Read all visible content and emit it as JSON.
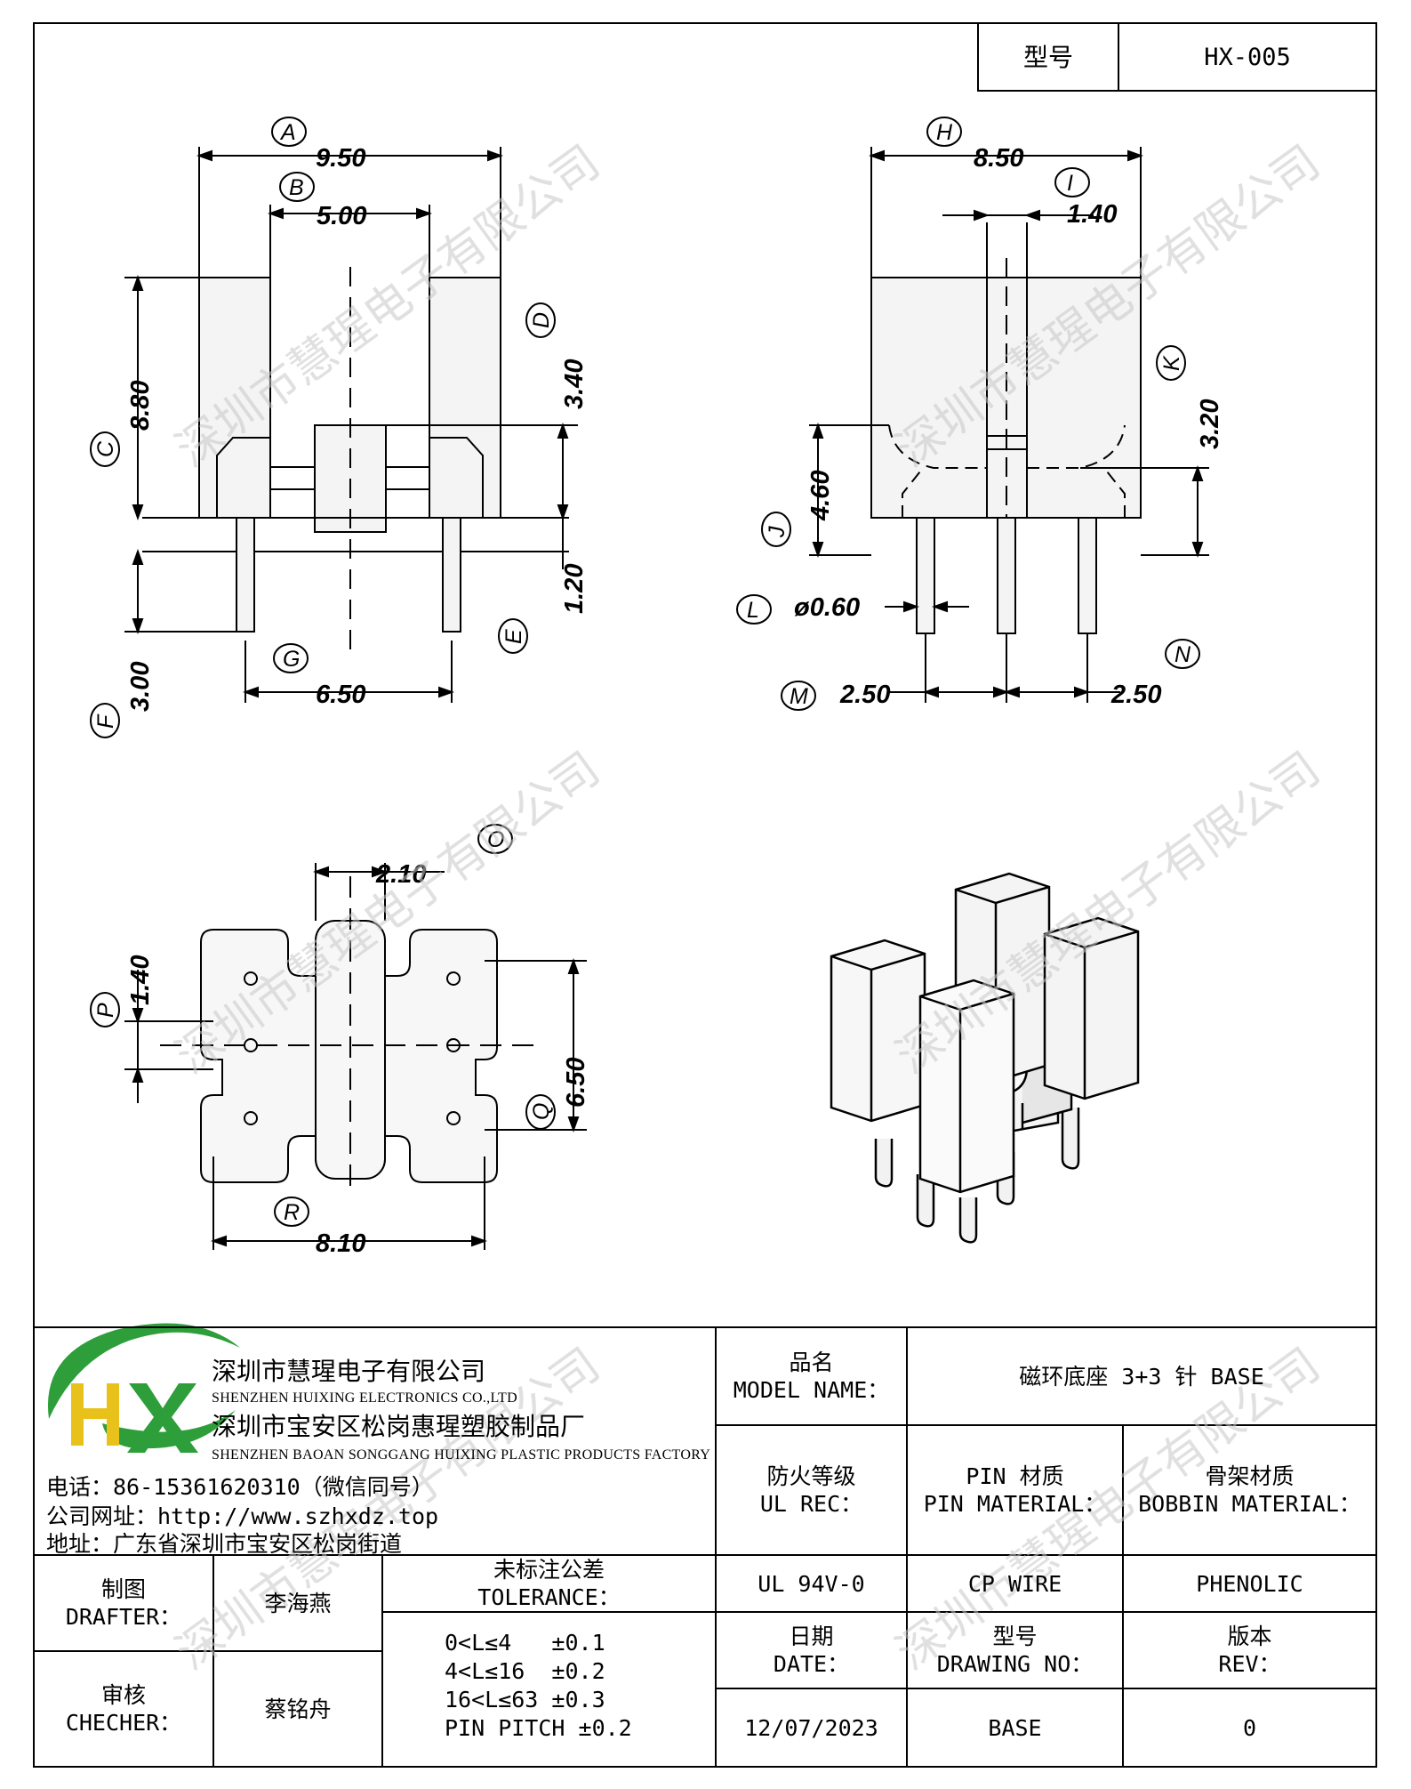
{
  "header": {
    "model_label": "型号",
    "model_value": "HX-005"
  },
  "dimensions": {
    "A": "9.50",
    "B": "5.00",
    "C": "8.80",
    "D": "3.40",
    "E": "1.20",
    "F": "3.00",
    "G": "6.50",
    "H": "8.50",
    "I": "1.40",
    "J": "4.60",
    "K": "3.20",
    "L": "ø0.60",
    "M": "2.50",
    "N": "2.50",
    "O": "2.10",
    "P": "1.40",
    "Q": "6.50",
    "R": "8.10"
  },
  "labels": {
    "A": "A",
    "B": "B",
    "C": "C",
    "D": "D",
    "E": "E",
    "F": "F",
    "G": "G",
    "H": "H",
    "I": "I",
    "J": "J",
    "K": "K",
    "L": "L",
    "M": "M",
    "N": "N",
    "O": "O",
    "P": "P",
    "Q": "Q",
    "R": "R"
  },
  "watermark": "深圳市慧瑆电子有限公司",
  "logo_text": "HX",
  "company": {
    "name_cn": "深圳市慧瑆电子有限公司",
    "name_en": "SHENZHEN HUIXING ELECTRONICS CO.,LTD",
    "factory_cn": "深圳市宝安区松岗惠瑆塑胶制品厂",
    "factory_en": "SHENZHEN BAOAN SONGGANG HUIXING PLASTIC PRODUCTS FACTORY",
    "phone": "电话：86-15361620310（微信同号）",
    "website": "公司网址：http://www.szhxdz.top",
    "address": "地址：广东省深圳市宝安区松岗街道"
  },
  "titleblock": {
    "model_name_cn": "品名",
    "model_name_en": "MODEL NAME：",
    "model_name_value": "磁环底座 3+3 针 BASE",
    "ul_cn": "防火等级",
    "ul_en": "UL REC：",
    "pin_cn": "PIN 材质",
    "pin_en": "PIN MATERIAL：",
    "bobbin_cn": "骨架材质",
    "bobbin_en": "BOBBIN MATERIAL：",
    "ul_value": "UL 94V-0",
    "pin_value": "CP WIRE",
    "bobbin_value": "PHENOLIC",
    "date_cn": "日期",
    "date_en": "DATE：",
    "date_value": "12/07/2023",
    "drawing_cn": "型号",
    "drawing_en": "DRAWING NO：",
    "drawing_value": "BASE",
    "rev_cn": "版本",
    "rev_en": "REV：",
    "rev_value": "0"
  },
  "signoff": {
    "drafter_cn": "制图",
    "drafter_en": "DRAFTER：",
    "drafter_name": "李海燕",
    "checker_cn": "审核",
    "checker_en": "CHECHER：",
    "checker_name": "蔡铭舟"
  },
  "tolerance": {
    "title_cn": "未标注公差",
    "title_en": "TOLERANCE：",
    "lines": [
      "0<L≤4   ±0.1",
      "4<L≤16  ±0.2",
      "16<L≤63 ±0.3",
      "PIN PITCH ±0.2"
    ]
  },
  "colors": {
    "logo_green": "#2e9e3a",
    "logo_yellow": "#e8c21a",
    "logo_blue": "#1e5fb0",
    "line": "#000000",
    "watermark": "#c8c8c8"
  }
}
